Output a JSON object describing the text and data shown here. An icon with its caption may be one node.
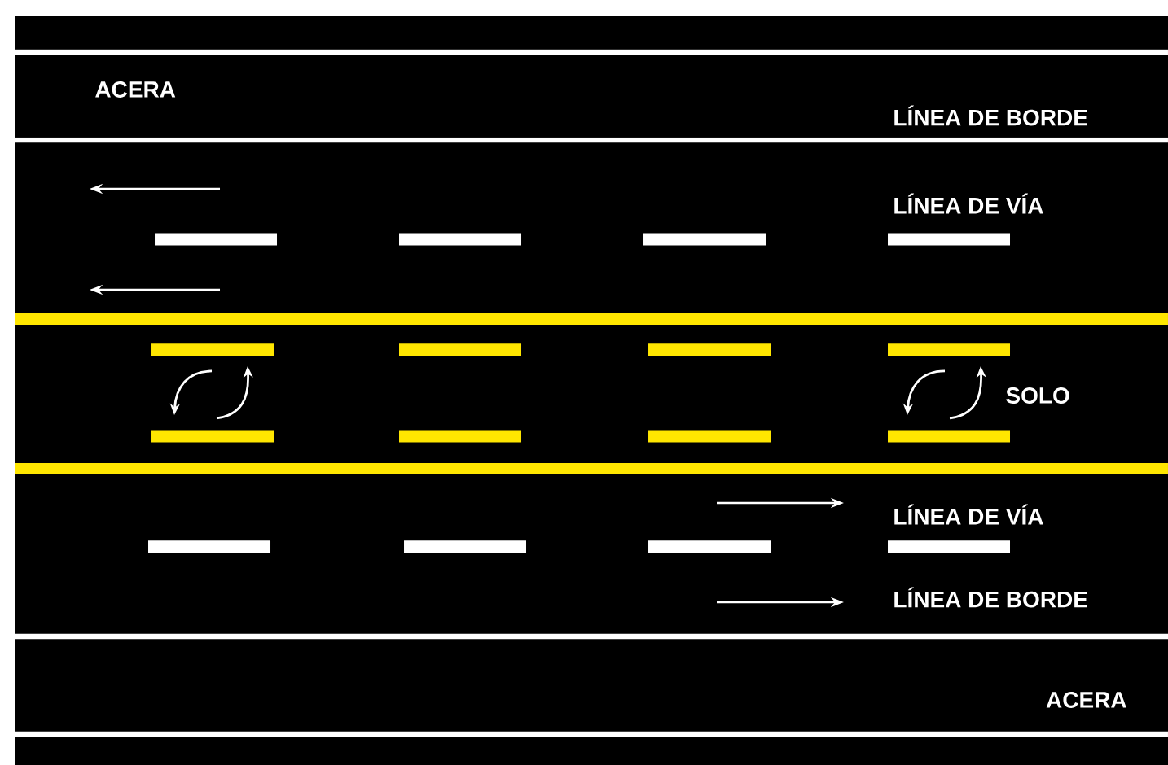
{
  "diagram": {
    "labels": [
      "ACERA",
      "LÍNEA DE BORDE",
      "LÍNEA DE VÍA",
      "SOLO",
      "LÍNEA DE VÍA",
      "LÍNEA DE BORDE",
      "ACERA"
    ]
  }
}
